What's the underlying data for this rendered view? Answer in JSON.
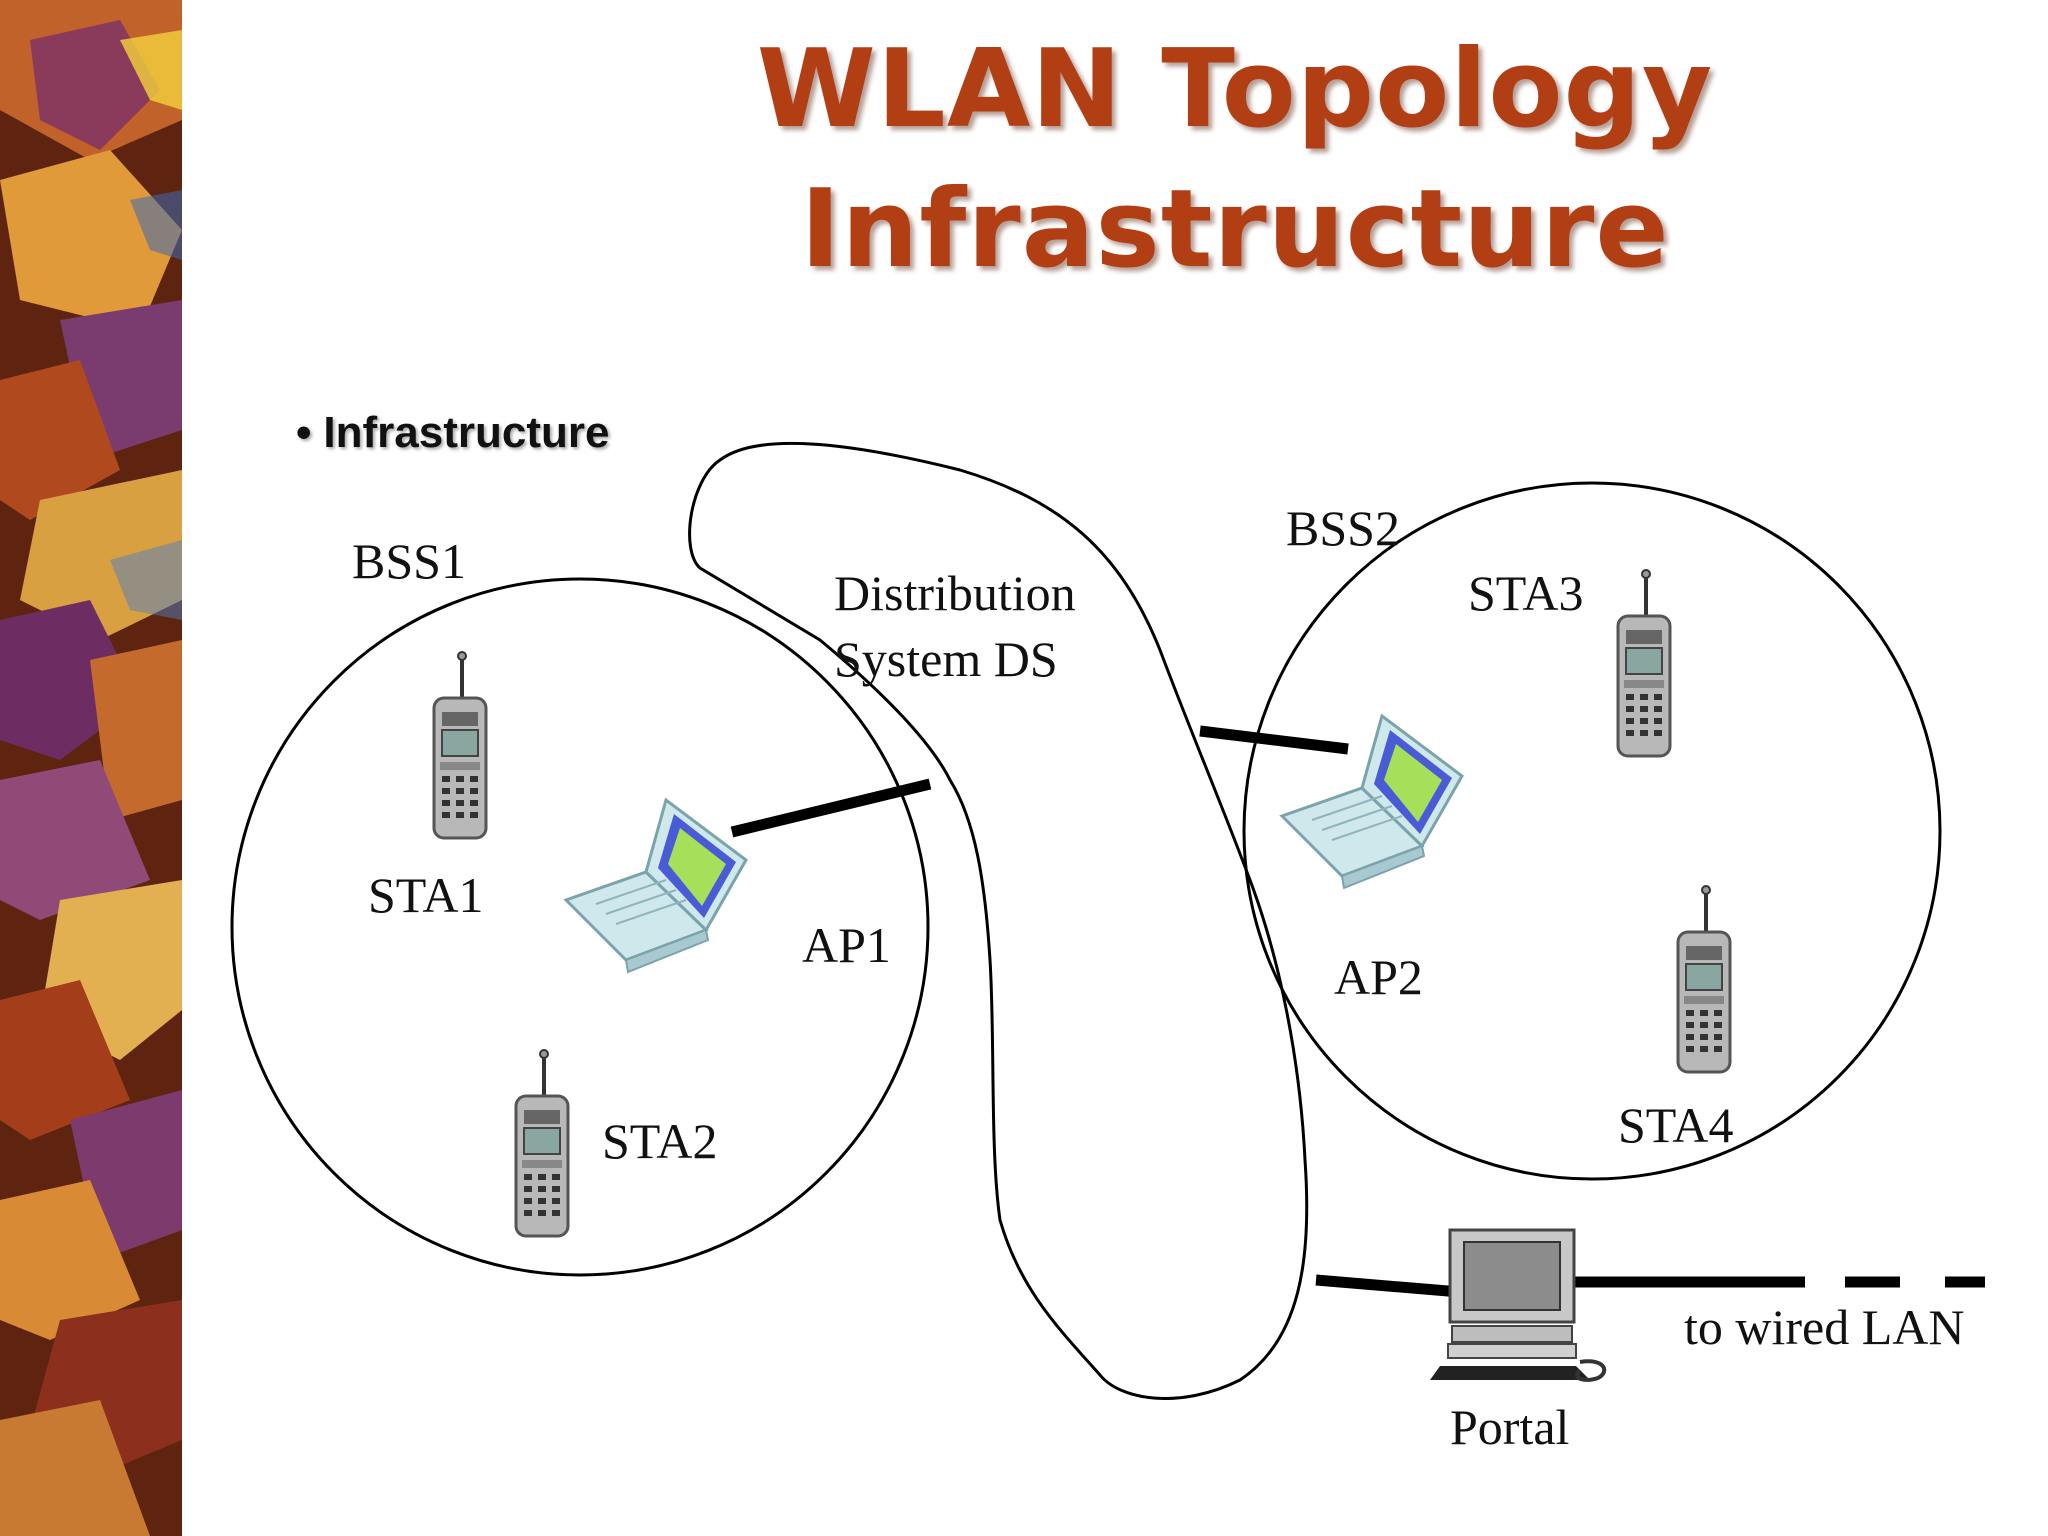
{
  "slide": {
    "title_line1": "WLAN Topology",
    "title_line2": "Infrastructure",
    "bullet_text": "Infrastructure",
    "title_color": "#b23e14"
  },
  "diagram": {
    "bss1_label": "BSS1",
    "bss2_label": "BSS2",
    "ds_label_line1": "Distribution",
    "ds_label_line2": "System DS",
    "sta1_label": "STA1",
    "sta2_label": "STA2",
    "sta3_label": "STA3",
    "sta4_label": "STA4",
    "ap1_label": "AP1",
    "ap2_label": "AP2",
    "portal_label": "Portal",
    "wired_lan_label": "to wired LAN",
    "icons": {
      "station": "mobile-phone-icon",
      "access_point": "laptop-icon",
      "portal": "desktop-computer-icon"
    }
  }
}
